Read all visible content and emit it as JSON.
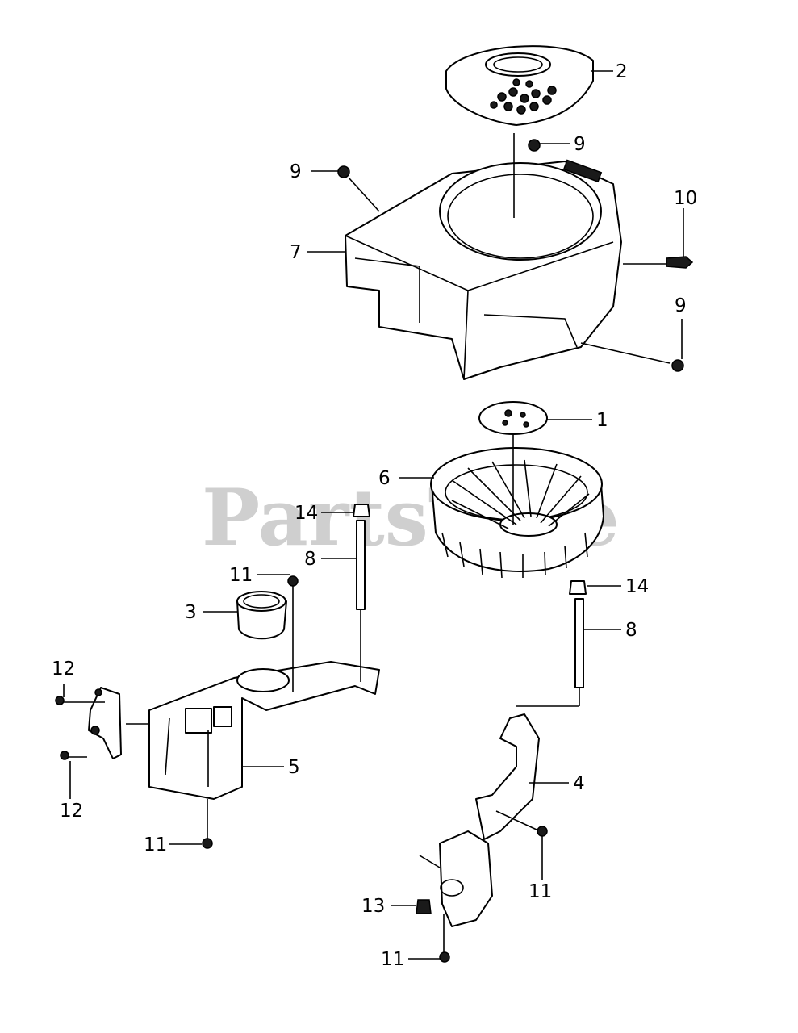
{
  "watermark": "PartsTree",
  "callouts": [
    "1",
    "2",
    "3",
    "4",
    "5",
    "6",
    "7",
    "8",
    "8",
    "9",
    "9",
    "9",
    "10",
    "11",
    "11",
    "11",
    "11",
    "12",
    "12",
    "13",
    "14",
    "14"
  ]
}
